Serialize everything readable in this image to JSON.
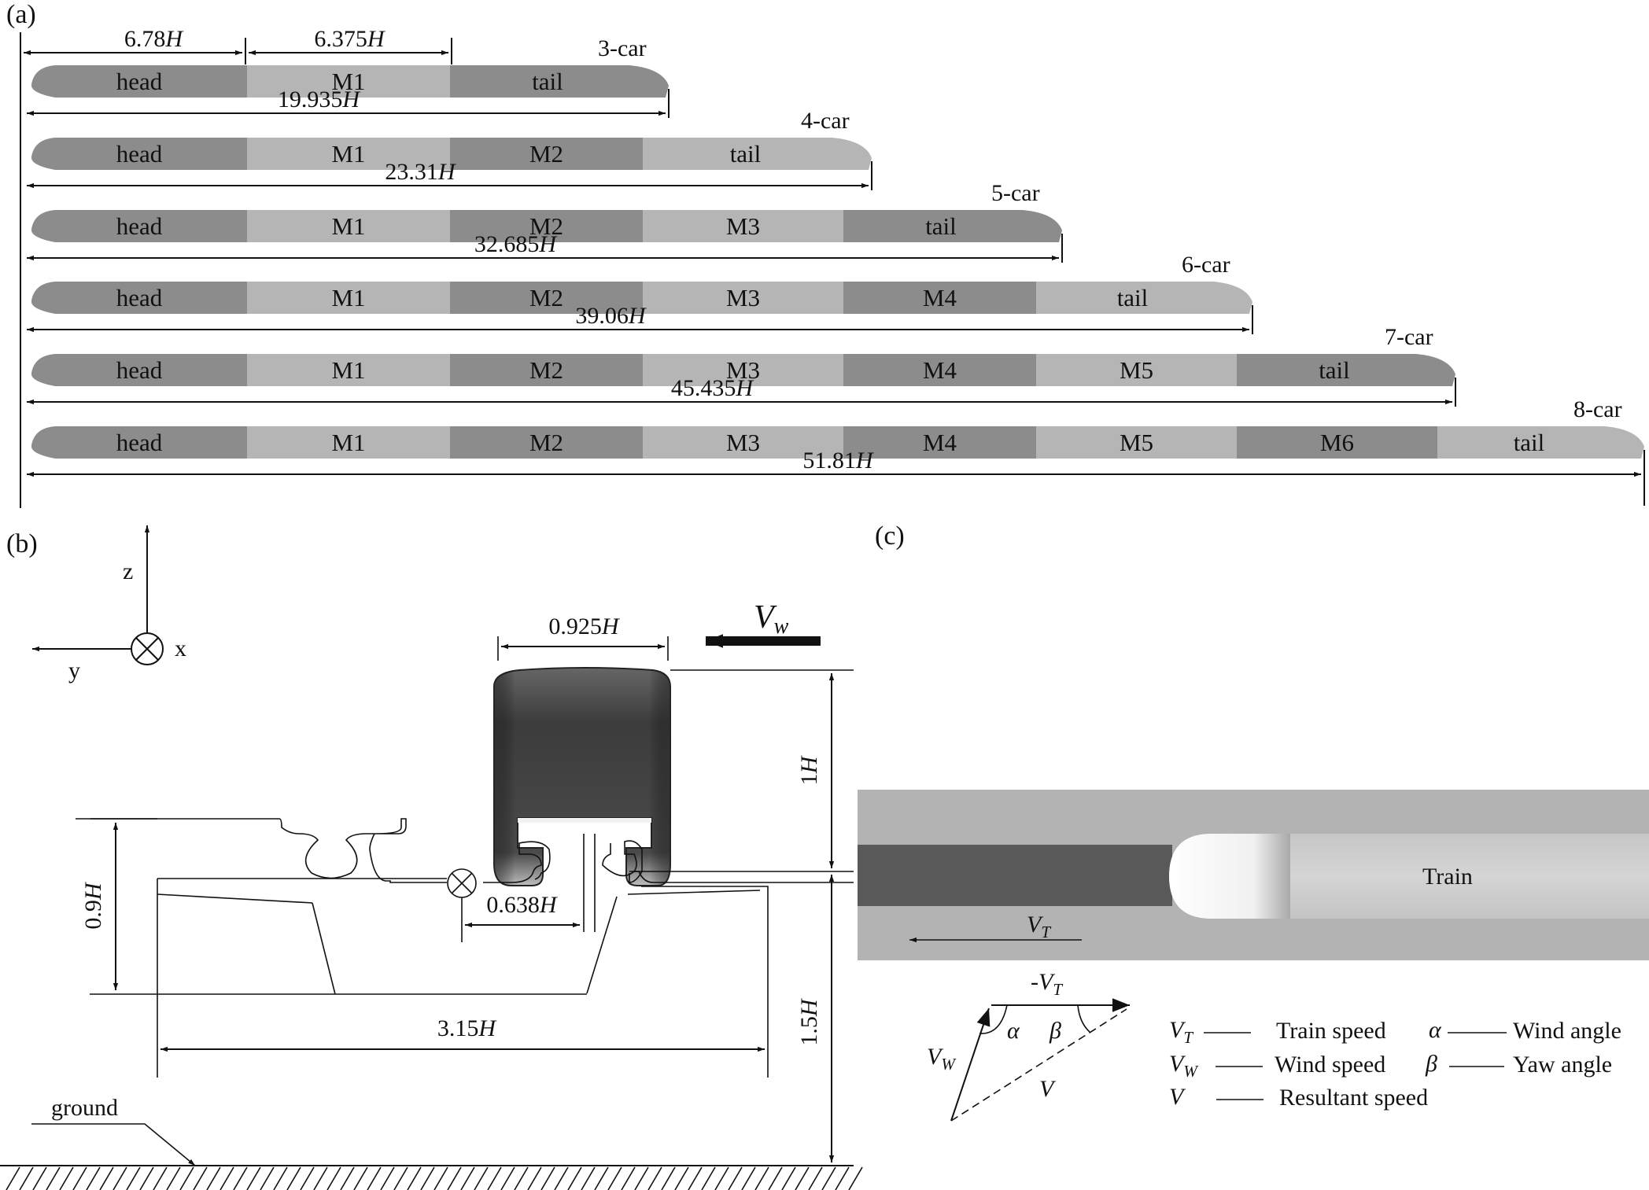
{
  "panels": {
    "a": "(a)",
    "b": "(b)",
    "c": "(c)"
  },
  "unit": "H",
  "colors": {
    "dark": "#8c8c8c",
    "light": "#b5b5b5",
    "line": "#111111",
    "band": "#b3b3b3",
    "dark_band": "#595959"
  },
  "panel_a": {
    "top_dims": [
      {
        "value": "6.78",
        "unit": "H"
      },
      {
        "value": "6.375",
        "unit": "H"
      }
    ],
    "trains": [
      {
        "label": "3-car",
        "total": {
          "value": "19.935",
          "unit": "H"
        },
        "cars": [
          "head",
          "M1",
          "tail"
        ]
      },
      {
        "label": "4-car",
        "total": {
          "value": "23.31",
          "unit": "H"
        },
        "cars": [
          "head",
          "M1",
          "M2",
          "tail"
        ]
      },
      {
        "label": "5-car",
        "total": {
          "value": "32.685",
          "unit": "H"
        },
        "cars": [
          "head",
          "M1",
          "M2",
          "M3",
          "tail"
        ]
      },
      {
        "label": "6-car",
        "total": {
          "value": "39.06",
          "unit": "H"
        },
        "cars": [
          "head",
          "M1",
          "M2",
          "M3",
          "M4",
          "tail"
        ]
      },
      {
        "label": "7-car",
        "total": {
          "value": "45.435",
          "unit": "H"
        },
        "cars": [
          "head",
          "M1",
          "M2",
          "M3",
          "M4",
          "M5",
          "tail"
        ]
      },
      {
        "label": "8-car",
        "total": {
          "value": "51.81",
          "unit": "H"
        },
        "cars": [
          "head",
          "M1",
          "M2",
          "M3",
          "M4",
          "M5",
          "M6",
          "tail"
        ]
      }
    ]
  },
  "panel_b": {
    "axes": {
      "z": "z",
      "y": "y",
      "x": "x"
    },
    "wind": {
      "symbol": "V",
      "sub": "w"
    },
    "dims": {
      "width": {
        "value": "0.925",
        "unit": "H"
      },
      "height": {
        "value": "1",
        "unit": "H"
      },
      "beam_height": {
        "value": "0.9",
        "unit": "H"
      },
      "offset": {
        "value": "0.638",
        "unit": "H"
      },
      "beam_width": {
        "value": "3.15",
        "unit": "H"
      },
      "elevation": {
        "value": "1.5",
        "unit": "H"
      }
    },
    "ground": "ground"
  },
  "panel_c": {
    "train": "Train",
    "vt": {
      "symbol": "V",
      "sub": "T"
    },
    "neg_vt": {
      "prefix": "-",
      "symbol": "V",
      "sub": "T"
    },
    "vw": {
      "symbol": "V",
      "sub": "W"
    },
    "v": "V",
    "alpha": "α",
    "beta": "β",
    "legend": [
      {
        "symbol": "V",
        "sub": "T",
        "desc": "Train speed"
      },
      {
        "symbol": "V",
        "sub": "W",
        "desc": "Wind speed"
      },
      {
        "symbol": "V",
        "sub": "",
        "desc": "Resultant speed"
      },
      {
        "symbol": "α",
        "sub": "",
        "desc": "Wind angle"
      },
      {
        "symbol": "β",
        "sub": "",
        "desc": "Yaw angle"
      }
    ]
  }
}
